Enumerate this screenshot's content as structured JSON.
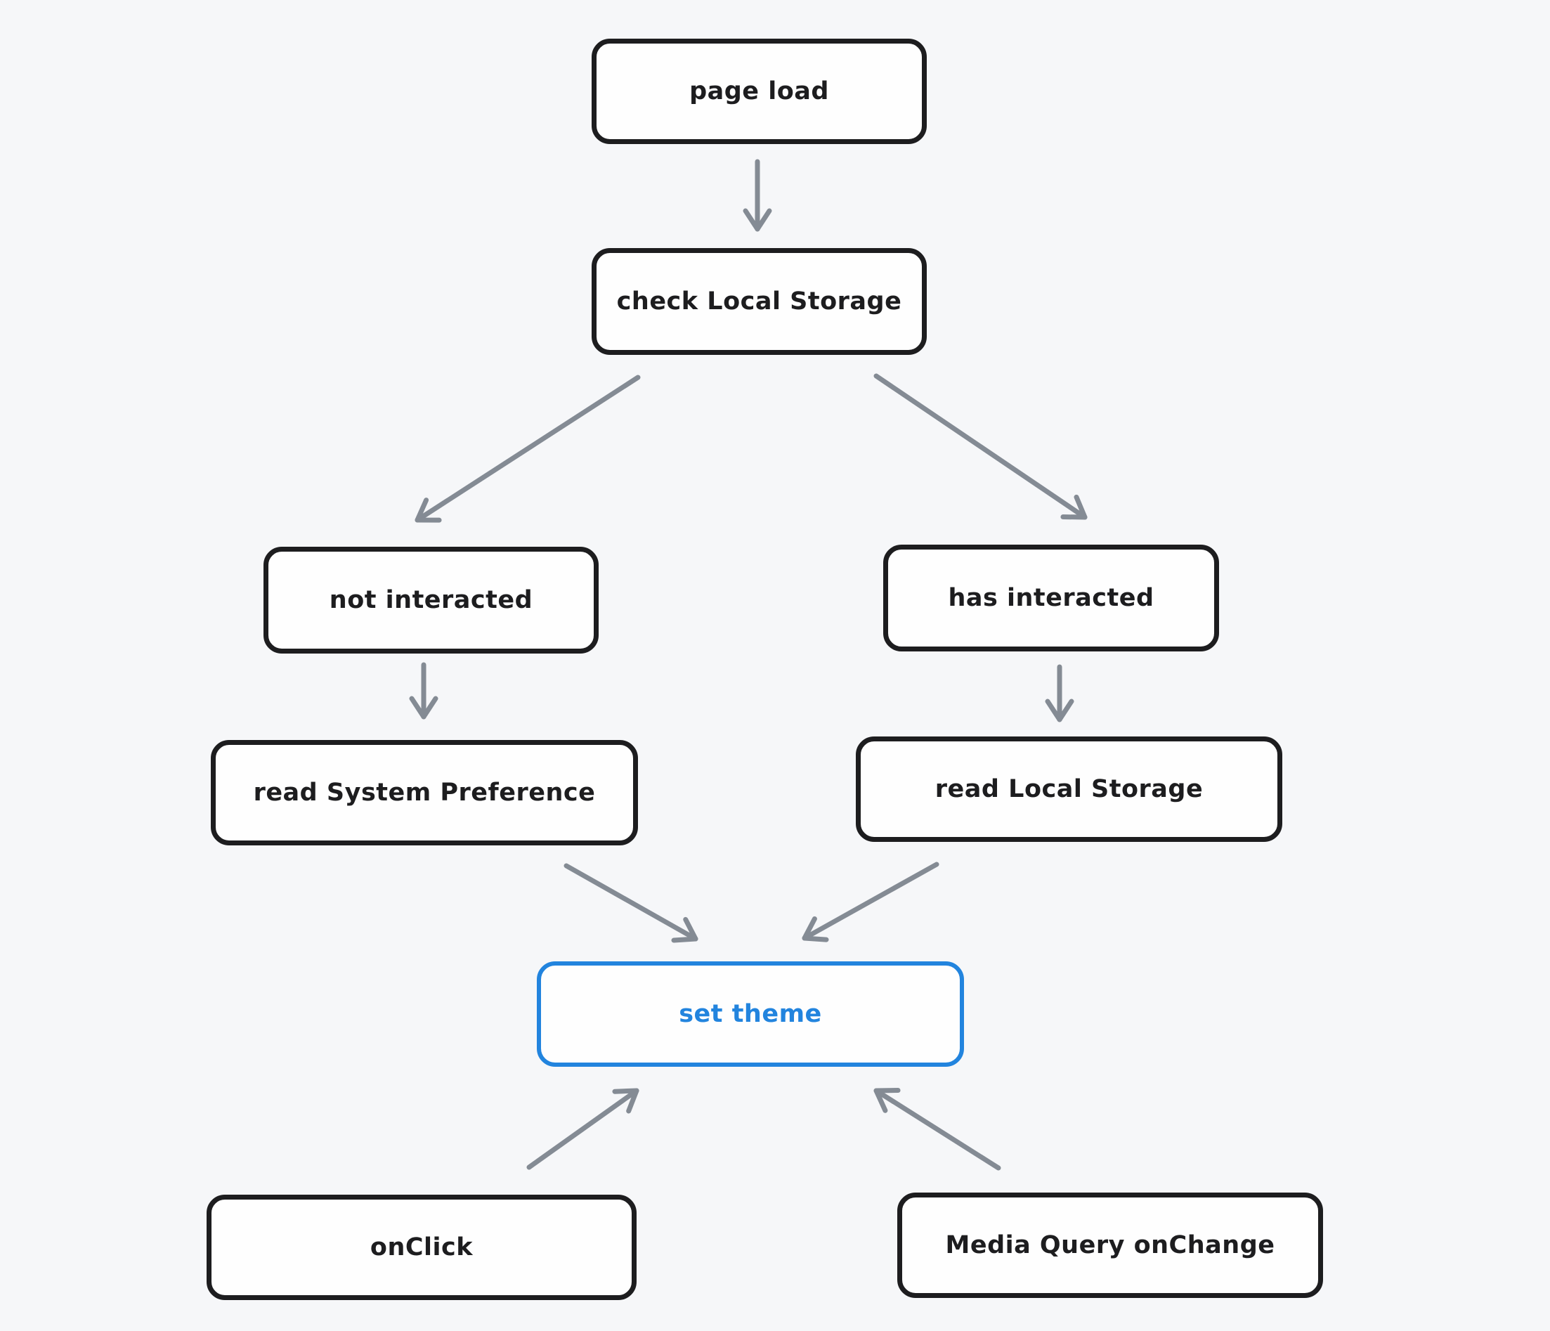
{
  "diagram": {
    "colors": {
      "background": "#f6f7f9",
      "node_fill": "#fefefe",
      "node_stroke": "#1d1d1f",
      "accent": "#2284de",
      "arrow": "#848b94"
    },
    "nodes": [
      {
        "id": "page-load",
        "label": "page load"
      },
      {
        "id": "check-local-storage",
        "label": "check Local Storage"
      },
      {
        "id": "not-interacted",
        "label": "not interacted"
      },
      {
        "id": "has-interacted",
        "label": "has interacted"
      },
      {
        "id": "read-system-preference",
        "label": "read System Preference"
      },
      {
        "id": "read-local-storage",
        "label": "read Local Storage"
      },
      {
        "id": "set-theme",
        "label": "set theme",
        "accent": true
      },
      {
        "id": "onclick",
        "label": "onClick"
      },
      {
        "id": "media-query-onchange",
        "label": "Media Query onChange"
      }
    ],
    "edges": [
      {
        "from": "page-load",
        "to": "check-local-storage"
      },
      {
        "from": "check-local-storage",
        "to": "not-interacted"
      },
      {
        "from": "check-local-storage",
        "to": "has-interacted"
      },
      {
        "from": "not-interacted",
        "to": "read-system-preference"
      },
      {
        "from": "has-interacted",
        "to": "read-local-storage"
      },
      {
        "from": "read-system-preference",
        "to": "set-theme"
      },
      {
        "from": "read-local-storage",
        "to": "set-theme"
      },
      {
        "from": "onclick",
        "to": "set-theme"
      },
      {
        "from": "media-query-onchange",
        "to": "set-theme"
      }
    ]
  }
}
